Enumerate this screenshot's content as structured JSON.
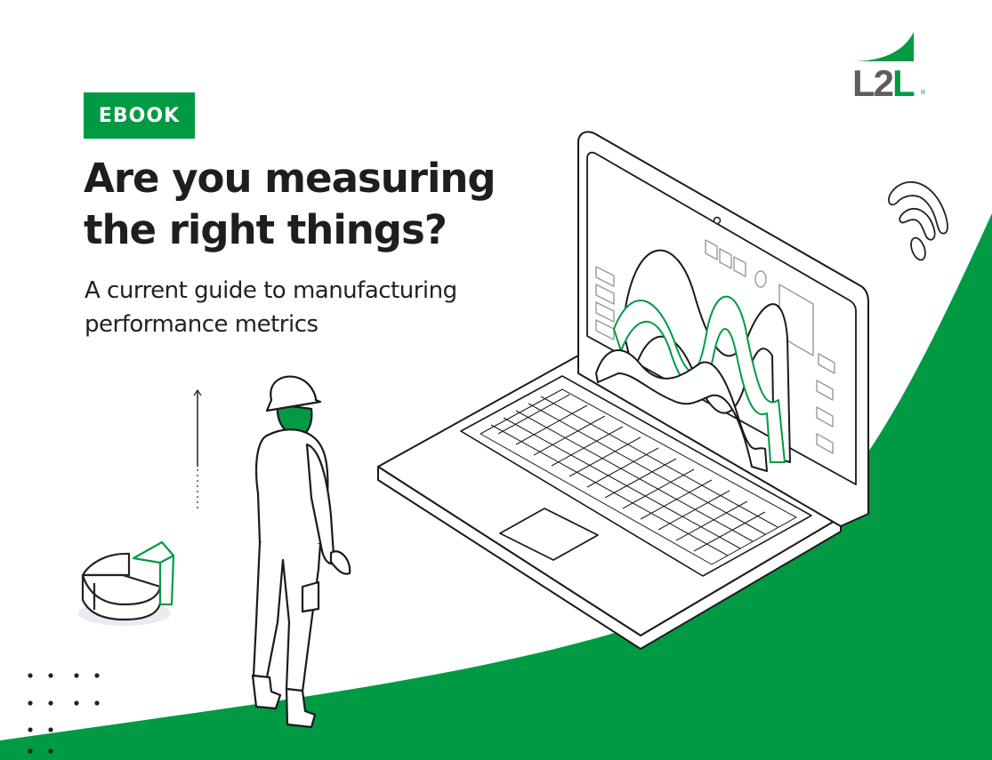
{
  "badge": {
    "label": "EBOOK"
  },
  "title": {
    "line1": "Are you measuring",
    "line2": "the right things?"
  },
  "subtitle": {
    "line1": "A current guide to manufacturing",
    "line2": "performance metrics"
  },
  "logo": {
    "part1": "L2",
    "part2": "L",
    "reg": "®"
  },
  "colors": {
    "brand_green": "#009a44",
    "text_dark": "#1e1e1e",
    "logo_gray": "#5d5d5d"
  },
  "illustrations": [
    "laptop-with-wave-chart",
    "worker-with-hard-hat",
    "pie-chart",
    "wifi-signal",
    "upward-arrow",
    "dot-grid"
  ]
}
